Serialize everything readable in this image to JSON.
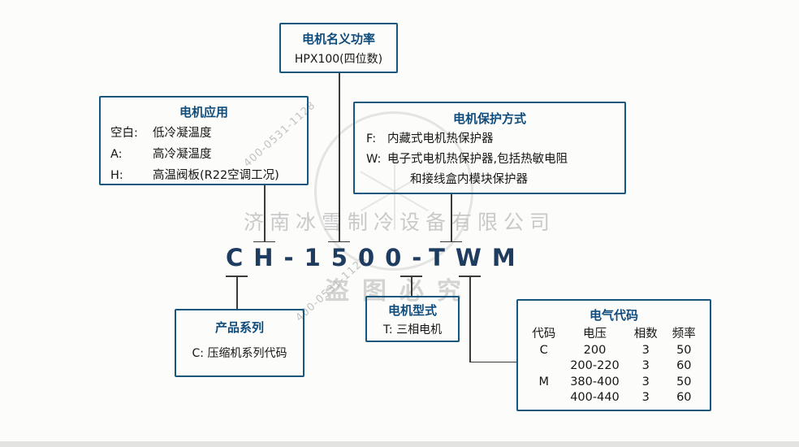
{
  "colors": {
    "box_border": "#15577f",
    "title_text": "#0f4c7c",
    "code_text": "#1d3c5f",
    "connector": "#3a3a3a"
  },
  "code": {
    "display": "CH-1500-TWM"
  },
  "boxes": {
    "power": {
      "title": "电机名义功率",
      "body": "HPX100(四位数)"
    },
    "application": {
      "title": "电机应用",
      "rows": [
        {
          "key": "空白:",
          "value": "低冷凝温度"
        },
        {
          "key": "A:",
          "value": "高冷凝温度"
        },
        {
          "key": "H:",
          "value": "高温阀板(R22空调工况)"
        }
      ]
    },
    "protection": {
      "title": "电机保护方式",
      "rows": [
        {
          "key": "F:",
          "value": "内藏式电机热保护器"
        },
        {
          "key": "W:",
          "value": "电子式电机热保护器,包括热敏电阻"
        },
        {
          "key": "",
          "value": "和接线盒内模块保护器"
        }
      ]
    },
    "series": {
      "title": "产品系列",
      "body": "C: 压缩机系列代码"
    },
    "motor_type": {
      "title": "电机型式",
      "body": "T: 三相电机"
    },
    "electrical": {
      "title": "电气代码",
      "headers": [
        "代码",
        "电压",
        "相数",
        "频率"
      ],
      "rows": [
        [
          "C",
          "200",
          "3",
          "50"
        ],
        [
          "",
          "200-220",
          "3",
          "60"
        ],
        [
          "M",
          "380-400",
          "3",
          "50"
        ],
        [
          "",
          "400-440",
          "3",
          "60"
        ]
      ]
    }
  },
  "watermark": {
    "company": "济南冰雪制冷设备有限公司",
    "stamp_text": "盗图必究",
    "phone": "400-0531-1128"
  }
}
